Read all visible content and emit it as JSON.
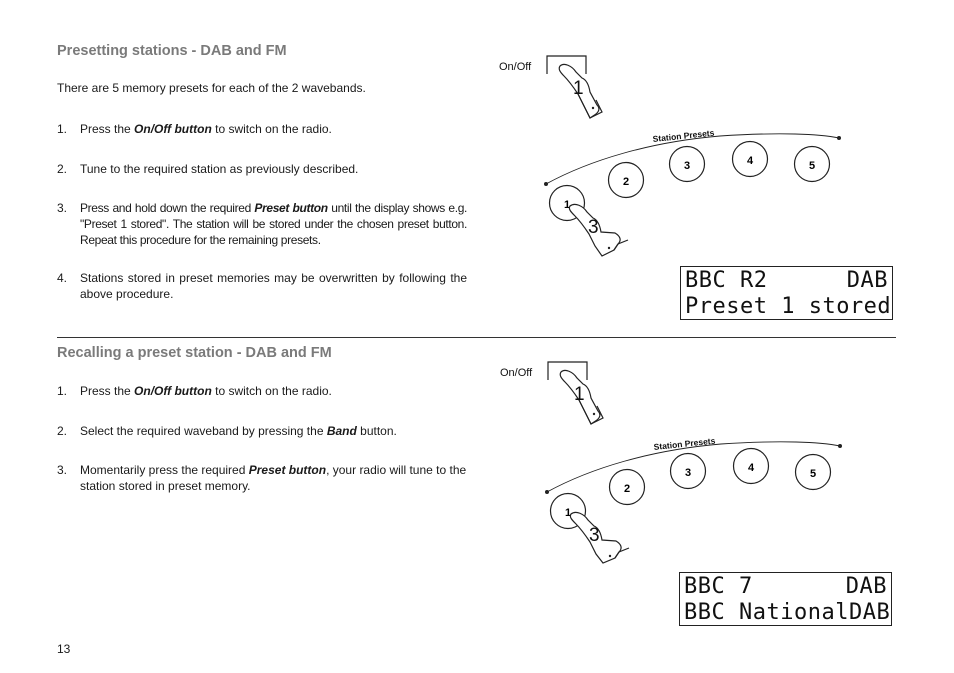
{
  "page_number": "13",
  "section1": {
    "heading": "Presetting stations - DAB and FM",
    "intro": "There are 5 memory presets for each of the 2 wavebands.",
    "steps": [
      {
        "num": "1.",
        "pre": "Press the ",
        "em": "On/Off button",
        "post": " to switch on the radio."
      },
      {
        "num": "2.",
        "text": "Tune to the required station as previously described."
      },
      {
        "num": "3.",
        "pre": "Press and hold down the required ",
        "em": "Preset button",
        "post": " until the display shows e.g.  \"Preset 1 stored\". The  station will be stored under the chosen preset button. Repeat this procedure for the remaining presets."
      },
      {
        "num": "4.",
        "text": "Stations stored in preset memories may be overwritten by following the above procedure."
      }
    ],
    "diagram": {
      "onoff_label": "On/Off",
      "onoff_step": "1",
      "arc_label": "Station Presets",
      "presets": [
        "1",
        "2",
        "3",
        "4",
        "5"
      ],
      "press_step": "3"
    },
    "display": {
      "line1_left": "BBC R2",
      "line1_right": "DAB",
      "line2_left": "Preset 1 stored",
      "line2_right": ""
    }
  },
  "section2": {
    "heading": "Recalling a preset station - DAB and FM",
    "steps": [
      {
        "num": "1.",
        "pre": "Press the ",
        "em": "On/Off button",
        "post": " to switch on the radio."
      },
      {
        "num": "2.",
        "pre": "Select the required waveband by pressing the ",
        "em": "Band",
        "post": " button."
      },
      {
        "num": "3.",
        "pre": "Momentarily press the required ",
        "em": "Preset button",
        "post": ", your radio will tune to the station stored in preset memory."
      }
    ],
    "diagram": {
      "onoff_label": "On/Off",
      "onoff_step": "1",
      "arc_label": "Station Presets",
      "presets": [
        "1",
        "2",
        "3",
        "4",
        "5"
      ],
      "press_step": "3"
    },
    "display": {
      "line1_left": "BBC 7",
      "line1_right": "DAB",
      "line2_left": "BBC National",
      "line2_right": "DAB"
    }
  }
}
